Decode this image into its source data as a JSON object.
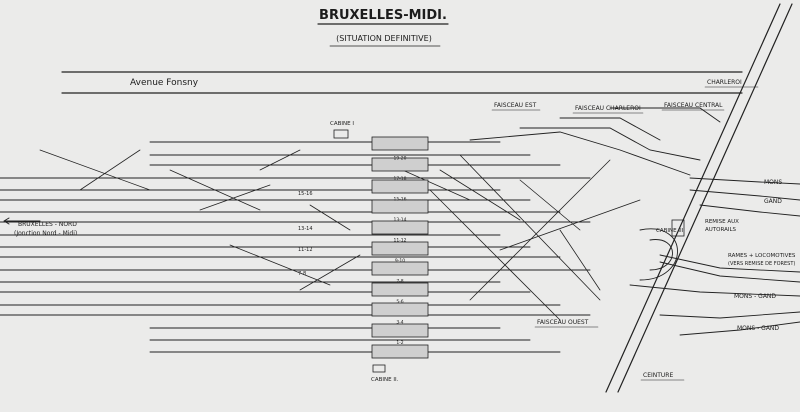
{
  "title": "BRUXELLES-MIDI.",
  "subtitle": "(SITUATION DEFINITIVE)",
  "street": "Avenue Fonsny",
  "labels": {
    "cabine_1": "CABINE I",
    "cabine_2": "CABINE II.",
    "cabine_3": "CABINE III",
    "faisceau_est": "FAISCEAU EST",
    "faisceau_charleroi": "FAISCEAU CHARLEROI",
    "faisceau_central": "FAISCEAU CENTRAL",
    "faisceau_ouest": "FAISCEAU OUEST",
    "charleroi": "CHARLEROI",
    "mons": "MONS",
    "gand": "GAND",
    "remise_line1": "REMISE AUX",
    "remise_line2": "AUTORAILS",
    "rames_line1": "RAMES + LOCOMOTIVES",
    "rames_line2": "(VERS REMISE DE FOREST)",
    "mons_gand_1": "MONS - GAND",
    "mons_gand_2": "MONS - GAND",
    "ceinture": "CEINTURE",
    "bxl_line1": "BRUXELLES - NORD",
    "bxl_line2": "(Jonction Nord - Midi)"
  },
  "platform_numbers": [
    "1-2",
    "3-4",
    "5-6",
    "7-8",
    "9-10",
    "11-12",
    "13-14",
    "15-16",
    "17-18",
    "19-20"
  ],
  "platform_numbers_left": [
    "15-16",
    "13-14",
    "11-12",
    "7-8"
  ],
  "colors": {
    "ink": "#222222",
    "paper": "#ebebea",
    "platform": "#cfcfcf"
  }
}
